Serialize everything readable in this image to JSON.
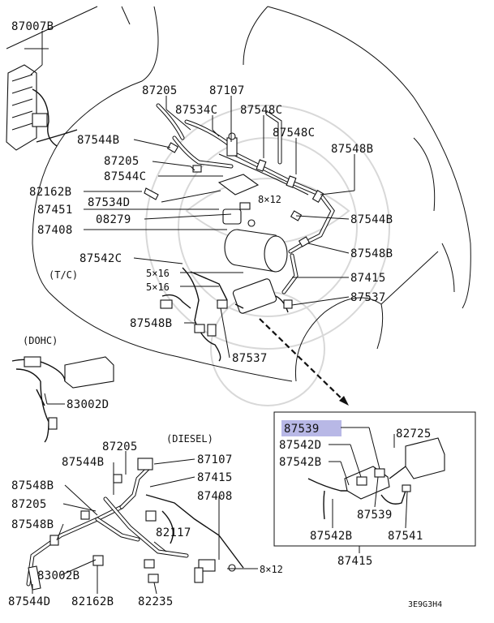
{
  "diagram": {
    "labels": {
      "p87007B": "87007B",
      "p87205_a": "87205",
      "p87107_a": "87107",
      "p87534C": "87534C",
      "p87548C_a": "87548C",
      "p87548C_b": "87548C",
      "p87544B_a": "87544B",
      "p87548B_a": "87548B",
      "p87205_b": "87205",
      "p87544C": "87544C",
      "p82162B_a": "82162B",
      "p87534D": "87534D",
      "s8x12_a": "8×12",
      "p87451": "87451",
      "p08279": "08279",
      "p87544B_b": "87544B",
      "p87408_a": "87408",
      "p87548B_b": "87548B",
      "p87542C": "87542C",
      "s5x16_a": "5×16",
      "p87415_a": "87415",
      "tc": "(T/C)",
      "s5x16_b": "5×16",
      "p87537_a": "87537",
      "p87548B_c": "87548B",
      "p87537_b": "87537",
      "dohc": "(DOHC)",
      "p83002D": "83002D",
      "p87205_c": "87205",
      "diesel": "(DIESEL)",
      "p87544B_c": "87544B",
      "p87107_b": "87107",
      "p87548B_d": "87548B",
      "p87415_b": "87415",
      "p87205_d": "87205",
      "p87408_b": "87408",
      "p87548B_e": "87548B",
      "p82117": "82117",
      "s8x12_b": "8×12",
      "p83002B": "83002B",
      "p87544D": "87544D",
      "p82162B_b": "82162B",
      "p82235": "82235",
      "p87539_hl": "87539",
      "p82725": "82725",
      "p87542D": "87542D",
      "p87542B_a": "87542B",
      "p87539_b": "87539",
      "p87541": "87541",
      "p87542B_b": "87542B",
      "p87415_c": "87415",
      "code": "3E9G3H4"
    },
    "highlight_color": "#b8b8e6"
  }
}
